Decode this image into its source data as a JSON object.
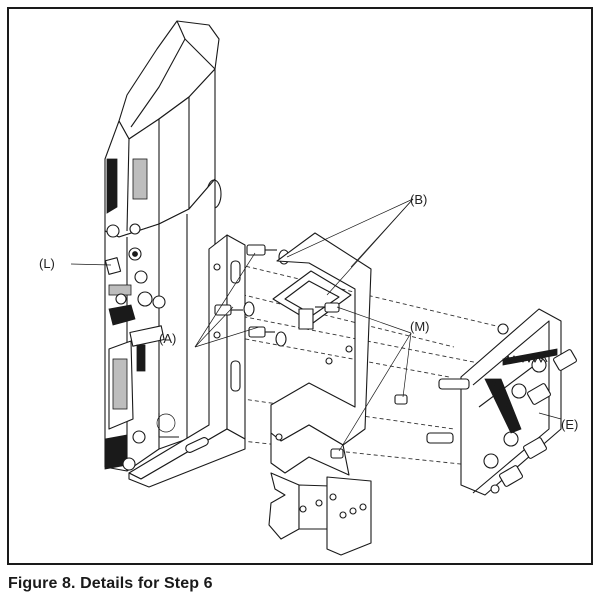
{
  "caption": "Figure 8. Details for Step 6",
  "labels": {
    "A": "(A)",
    "B": "(B)",
    "E": "(E)",
    "L": "(L)",
    "M": "(M)"
  }
}
